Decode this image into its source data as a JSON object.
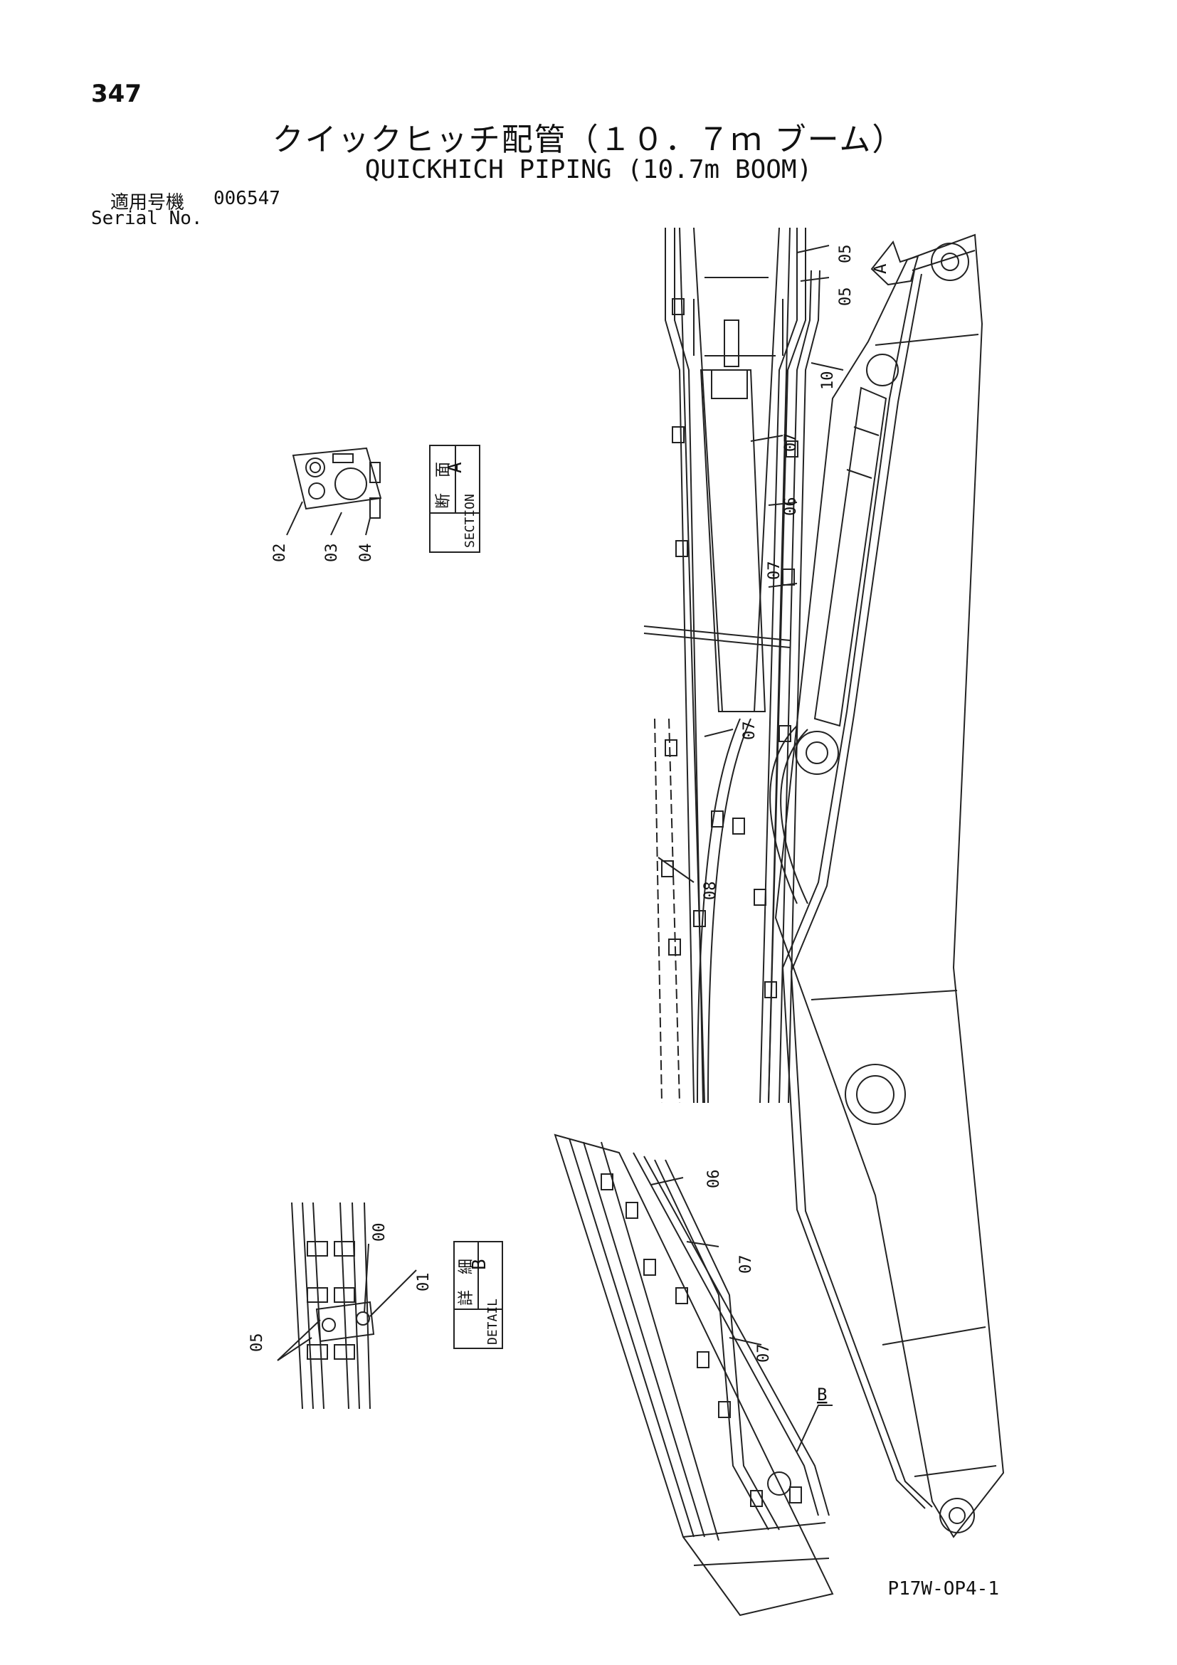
{
  "header": {
    "page_number": "347",
    "title_ja": "クイックヒッチ配管（１０．７ｍ ブーム）",
    "title_en": "QUICKHICH PIPING (10.7m BOOM)",
    "serial_label_ja": "適用号機",
    "serial_value": "006547",
    "serial_label_en": "Serial No."
  },
  "section_a": {
    "label_ja": "断　面",
    "label_en": "SECTION",
    "letter": "A",
    "callouts": [
      "02",
      "03",
      "04"
    ]
  },
  "detail_b": {
    "label_ja": "詳　細",
    "label_en": "DETAIL",
    "letter": "B",
    "callouts": [
      "05",
      "00",
      "01"
    ]
  },
  "main_callouts": {
    "c1": "05",
    "c2": "05",
    "c3": "10",
    "c4": "07",
    "c5": "06",
    "c6": "07",
    "c7": "07",
    "c8": "08",
    "c9": "06",
    "c10": "07",
    "c11": "07"
  },
  "view_markers": {
    "arrow_a": "A",
    "ref_b": "B"
  },
  "footer": {
    "drawing_code": "P17W-OP4-1"
  }
}
